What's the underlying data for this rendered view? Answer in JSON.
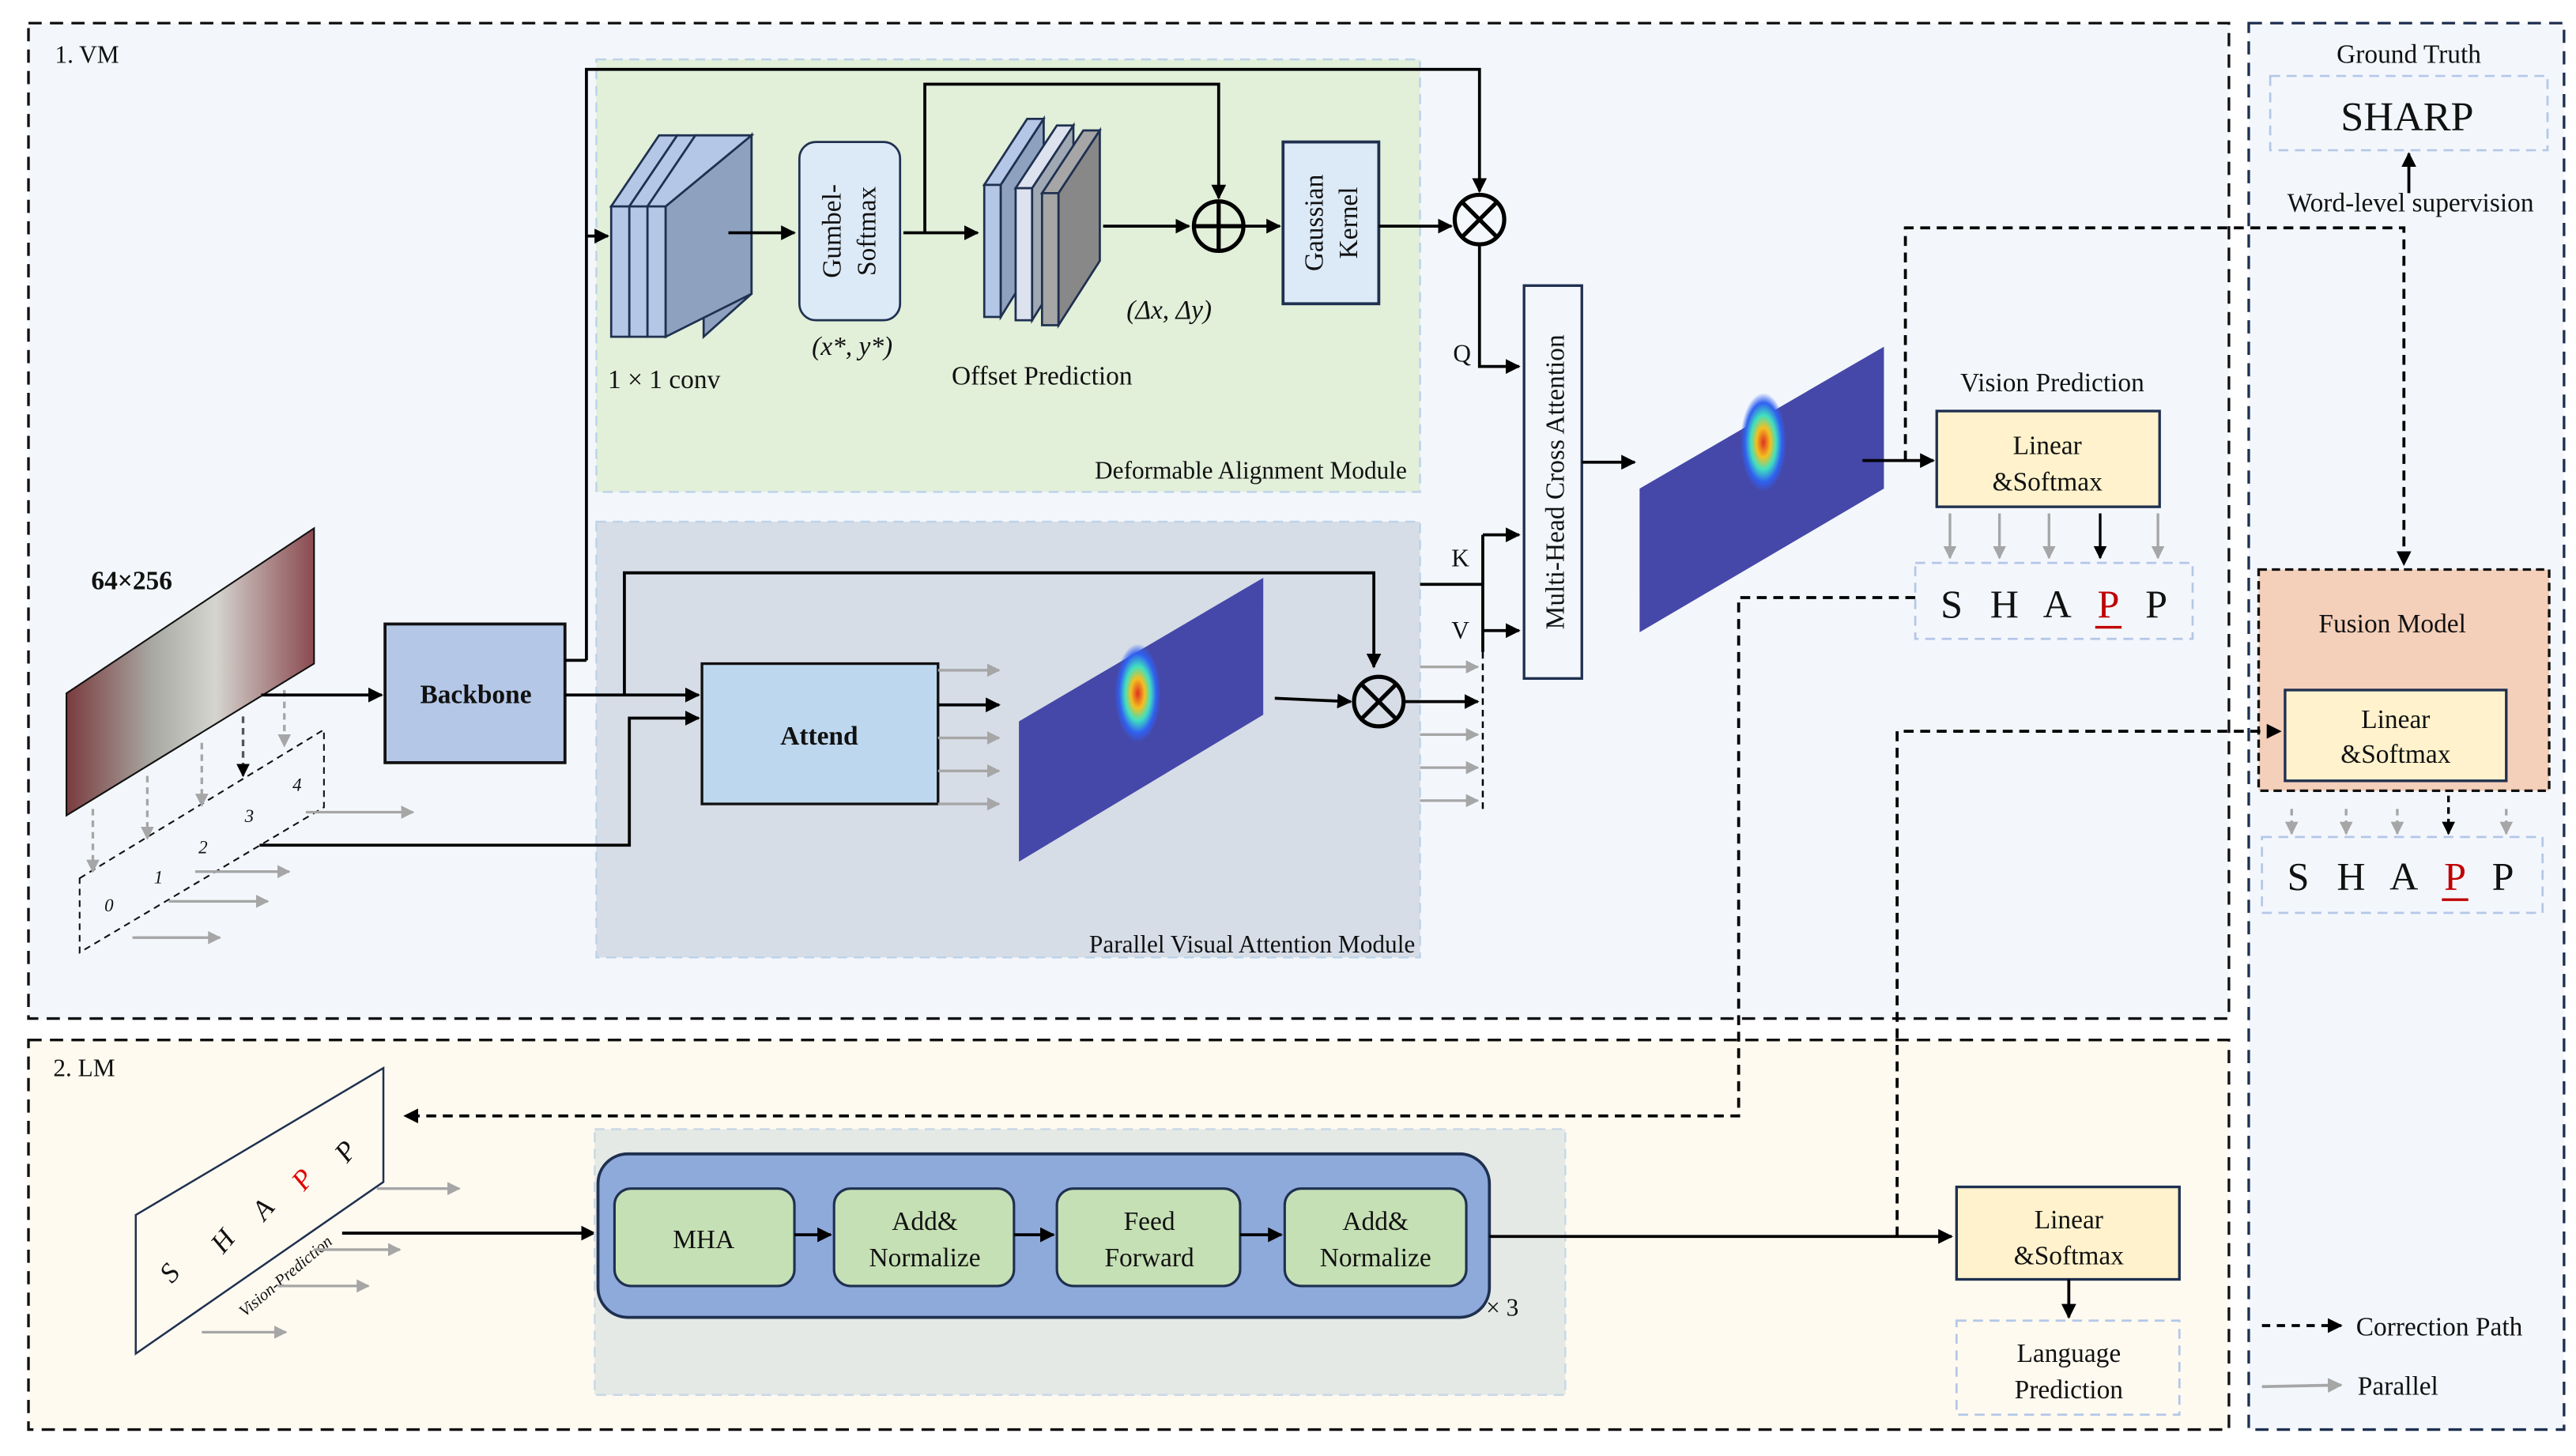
{
  "vm": {
    "title": "1. VM",
    "input_size": "64×256",
    "backbone": "Backbone",
    "attend": "Attend",
    "position_indices": [
      "0",
      "1",
      "2",
      "3",
      "4"
    ],
    "deformable": {
      "title": "Deformable Alignment Module",
      "conv_label": "1 × 1 conv",
      "gumbel_line1": "Gumbel-",
      "gumbel_line2": "Softmax",
      "coords_label": "(x*, y*)",
      "offset_label": "Offset Prediction",
      "delta_label": "(Δx, Δy)",
      "gaussian_line1": "Gaussian",
      "gaussian_line2": "Kernel"
    },
    "parallel_title": "Parallel Visual Attention Module",
    "mhca": "Multi-Head Cross Attention",
    "q_label": "Q",
    "k_label": "K",
    "v_label": "V",
    "vision_prediction_title": "Vision Prediction",
    "linear_line1": "Linear",
    "linear_line2": "&Softmax",
    "vision_chars": [
      "S",
      "H",
      "A",
      "P",
      "P"
    ],
    "error_index": 3
  },
  "lm": {
    "title": "2. LM",
    "plane_chars": [
      "S",
      "H",
      "A",
      "P",
      "P"
    ],
    "plane_caption": "Vision-Prediction",
    "blocks": [
      "MHA",
      "Add&|Normalize",
      "Feed|Forward",
      "Add&|Normalize"
    ],
    "repeat": "× 3",
    "linear_line1": "Linear",
    "linear_line2": "&Softmax",
    "lang_pred_line1": "Language",
    "lang_pred_line2": "Prediction"
  },
  "right": {
    "ground_truth_title": "Ground Truth",
    "ground_truth_word": "SHARP",
    "supervision": "Word-level supervision",
    "fusion_title": "Fusion Model",
    "linear_line1": "Linear",
    "linear_line2": "&Softmax",
    "fusion_chars": [
      "S",
      "H",
      "A",
      "P",
      "P"
    ],
    "legend": [
      {
        "label": "Correction Path",
        "style": "dashed-black"
      },
      {
        "label": "Parallel",
        "style": "solid-gray"
      }
    ]
  },
  "colors": {
    "vm_bg": "#f3f7fc",
    "lm_bg": "#fefaf0",
    "deform_bg": "#e2efd9",
    "parallel_bg": "#d6dde7",
    "backbone": "#b4c7e7",
    "attend": "#bdd7ee",
    "linear": "#fff2cc",
    "fusion": "#f4cfb9",
    "encoder_outer": "#8eaadb",
    "encoder_block": "#c5e0b4",
    "error_red": "#c00000",
    "gray_arrow": "#a6a6a6"
  }
}
